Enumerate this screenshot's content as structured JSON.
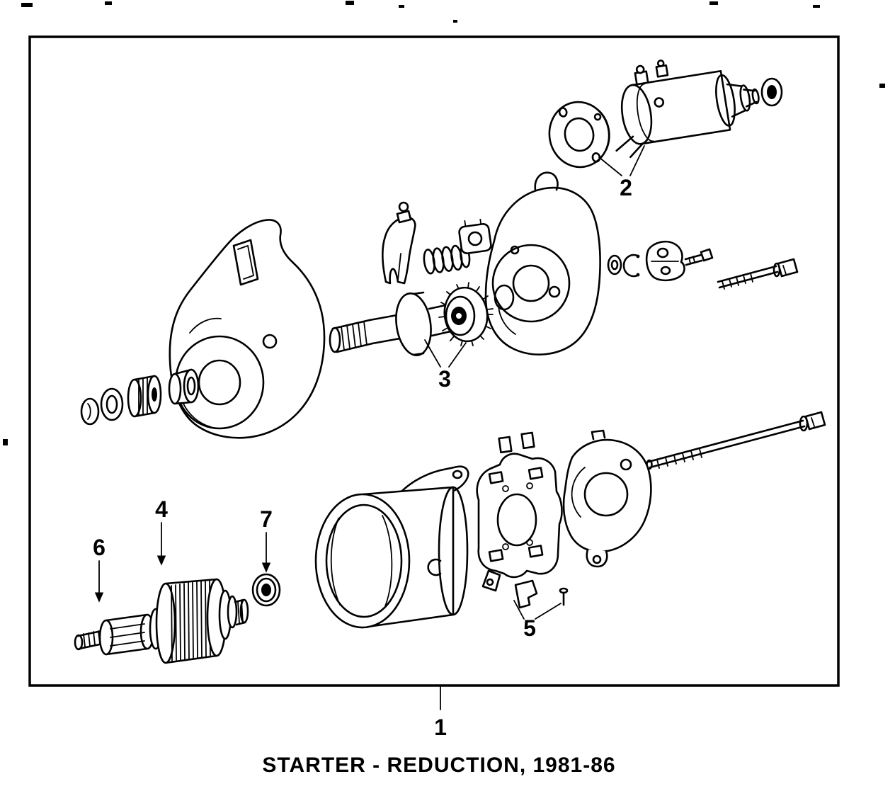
{
  "colors": {
    "ink": "#000000",
    "paper": "#ffffff"
  },
  "caption": "STARTER - REDUCTION, 1981-86",
  "callouts": {
    "n1": "1",
    "n2": "2",
    "n3": "3",
    "n4": "4",
    "n5": "5",
    "n6": "6",
    "n7": "7"
  }
}
